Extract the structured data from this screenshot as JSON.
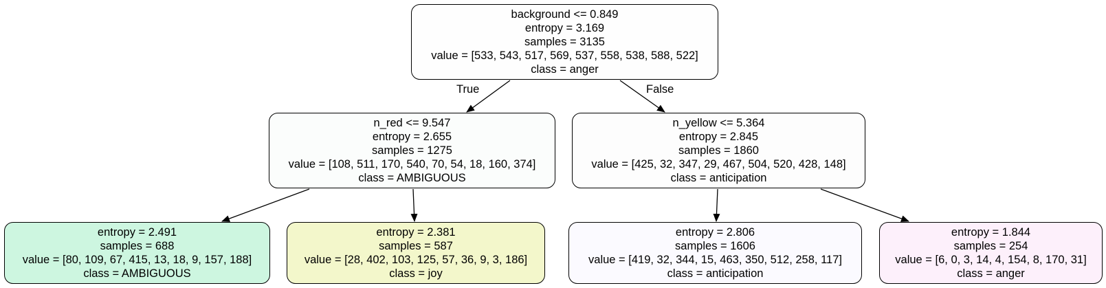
{
  "tree": {
    "root": {
      "lines": [
        "background <= 0.849",
        "entropy = 3.169",
        "samples = 3135",
        "value = [533, 543, 517, 569, 537, 558, 538, 588, 522]",
        "class = anger"
      ],
      "fill": "#fefefe"
    },
    "left": {
      "lines": [
        "n_red <= 9.547",
        "entropy = 2.655",
        "samples = 1275",
        "value = [108, 511, 170, 540, 70, 54, 18, 160, 374]",
        "class = AMBIGUOUS"
      ],
      "fill": "#fbfdfc"
    },
    "right": {
      "lines": [
        "n_yellow <= 5.364",
        "entropy = 2.845",
        "samples = 1860",
        "value = [425, 32, 347, 29, 467, 504, 520, 428, 148]",
        "class = anticipation"
      ],
      "fill": "#fdfdfd"
    },
    "left_left": {
      "lines": [
        "entropy = 2.491",
        "samples = 688",
        "value = [80, 109, 67, 415, 13, 18, 9, 157, 188]",
        "class = AMBIGUOUS"
      ],
      "fill": "#cdf6e0"
    },
    "left_right": {
      "lines": [
        "entropy = 2.381",
        "samples = 587",
        "value = [28, 402, 103, 125, 57, 36, 9, 3, 186]",
        "class = joy"
      ],
      "fill": "#f3f7cb"
    },
    "right_left": {
      "lines": [
        "entropy = 2.806",
        "samples = 1606",
        "value = [419, 32, 344, 15, 463, 350, 512, 258, 117]",
        "class = anticipation"
      ],
      "fill": "#fbfaff"
    },
    "right_right": {
      "lines": [
        "entropy = 1.844",
        "samples = 254",
        "value = [6, 0, 3, 14, 4, 154, 8, 170, 31]",
        "class = anger"
      ],
      "fill": "#fdf0fb"
    }
  },
  "edge_labels": {
    "true": "True",
    "false": "False"
  }
}
